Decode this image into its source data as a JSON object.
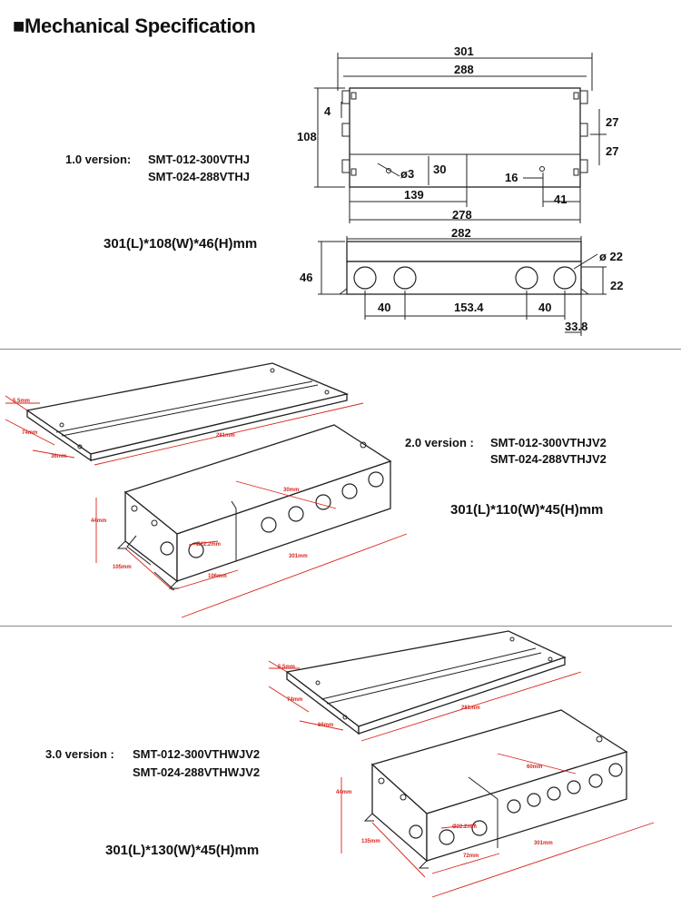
{
  "header": {
    "title": "■Mechanical Specification"
  },
  "v1": {
    "version_label": "1.0 version:",
    "model_a": "SMT-012-300VTHJ",
    "model_b": "SMT-024-288VTHJ",
    "dims": "301(L)*108(W)*46(H)mm",
    "top_view": {
      "d301": "301",
      "d288": "288",
      "d4": "4",
      "d108": "108",
      "d27a": "27",
      "d27b": "27",
      "d30": "30",
      "d3": "ø3",
      "d16": "16",
      "d139": "139",
      "d41": "41",
      "d278": "278"
    },
    "side_view": {
      "d282": "282",
      "d22dia": "ø 22",
      "d46": "46",
      "d22": "22",
      "d40a": "40",
      "d1534": "153.4",
      "d40b": "40",
      "d338": "33.8"
    }
  },
  "v2": {
    "version_label": "2.0 version :",
    "model_a": "SMT-012-300VTHJV2",
    "model_b": "SMT-024-288VTHJV2",
    "dims": "301(L)*110(W)*45(H)mm",
    "lid": {
      "a": "5.5mm",
      "b": "74mm",
      "c": "36mm",
      "d": "281mm"
    },
    "box": {
      "a": "30mm",
      "b": "44mm",
      "c": "Ø22.2mm",
      "d": "105mm",
      "e": "106mm",
      "f": "301mm"
    }
  },
  "v3": {
    "version_label": "3.0 version :",
    "model_a": "SMT-012-300VTHWJV2",
    "model_b": "SMT-024-288VTHWJV2",
    "dims": "301(L)*130(W)*45(H)mm",
    "lid": {
      "a": "5.5mm",
      "b": "74mm",
      "c": "66mm",
      "d": "281mm"
    },
    "box": {
      "a": "60mm",
      "b": "44mm",
      "c": "Ø22.2mm",
      "d": "135mm",
      "e": "72mm",
      "f": "301mm"
    }
  }
}
